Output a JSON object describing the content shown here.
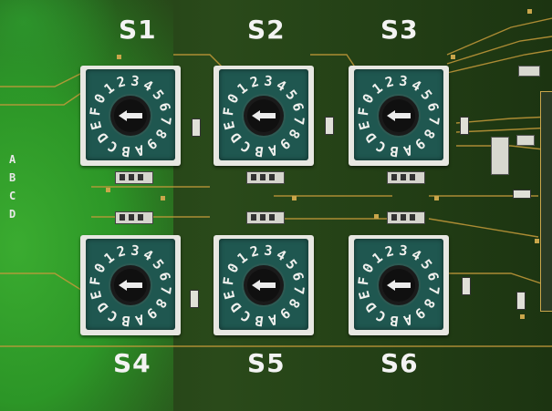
{
  "board": {
    "switch_labels": [
      "S1",
      "S2",
      "S3",
      "S4",
      "S5",
      "S6"
    ],
    "row_letters": [
      "A",
      "B",
      "C",
      "D"
    ],
    "dial_positions": [
      "0",
      "1",
      "2",
      "3",
      "4",
      "5",
      "6",
      "7",
      "8",
      "9",
      "A",
      "B",
      "C",
      "D",
      "E",
      "F"
    ]
  },
  "colors": {
    "pcb": "#213a14",
    "switch_face": "#1f5750",
    "label": "#f3f3f3"
  }
}
